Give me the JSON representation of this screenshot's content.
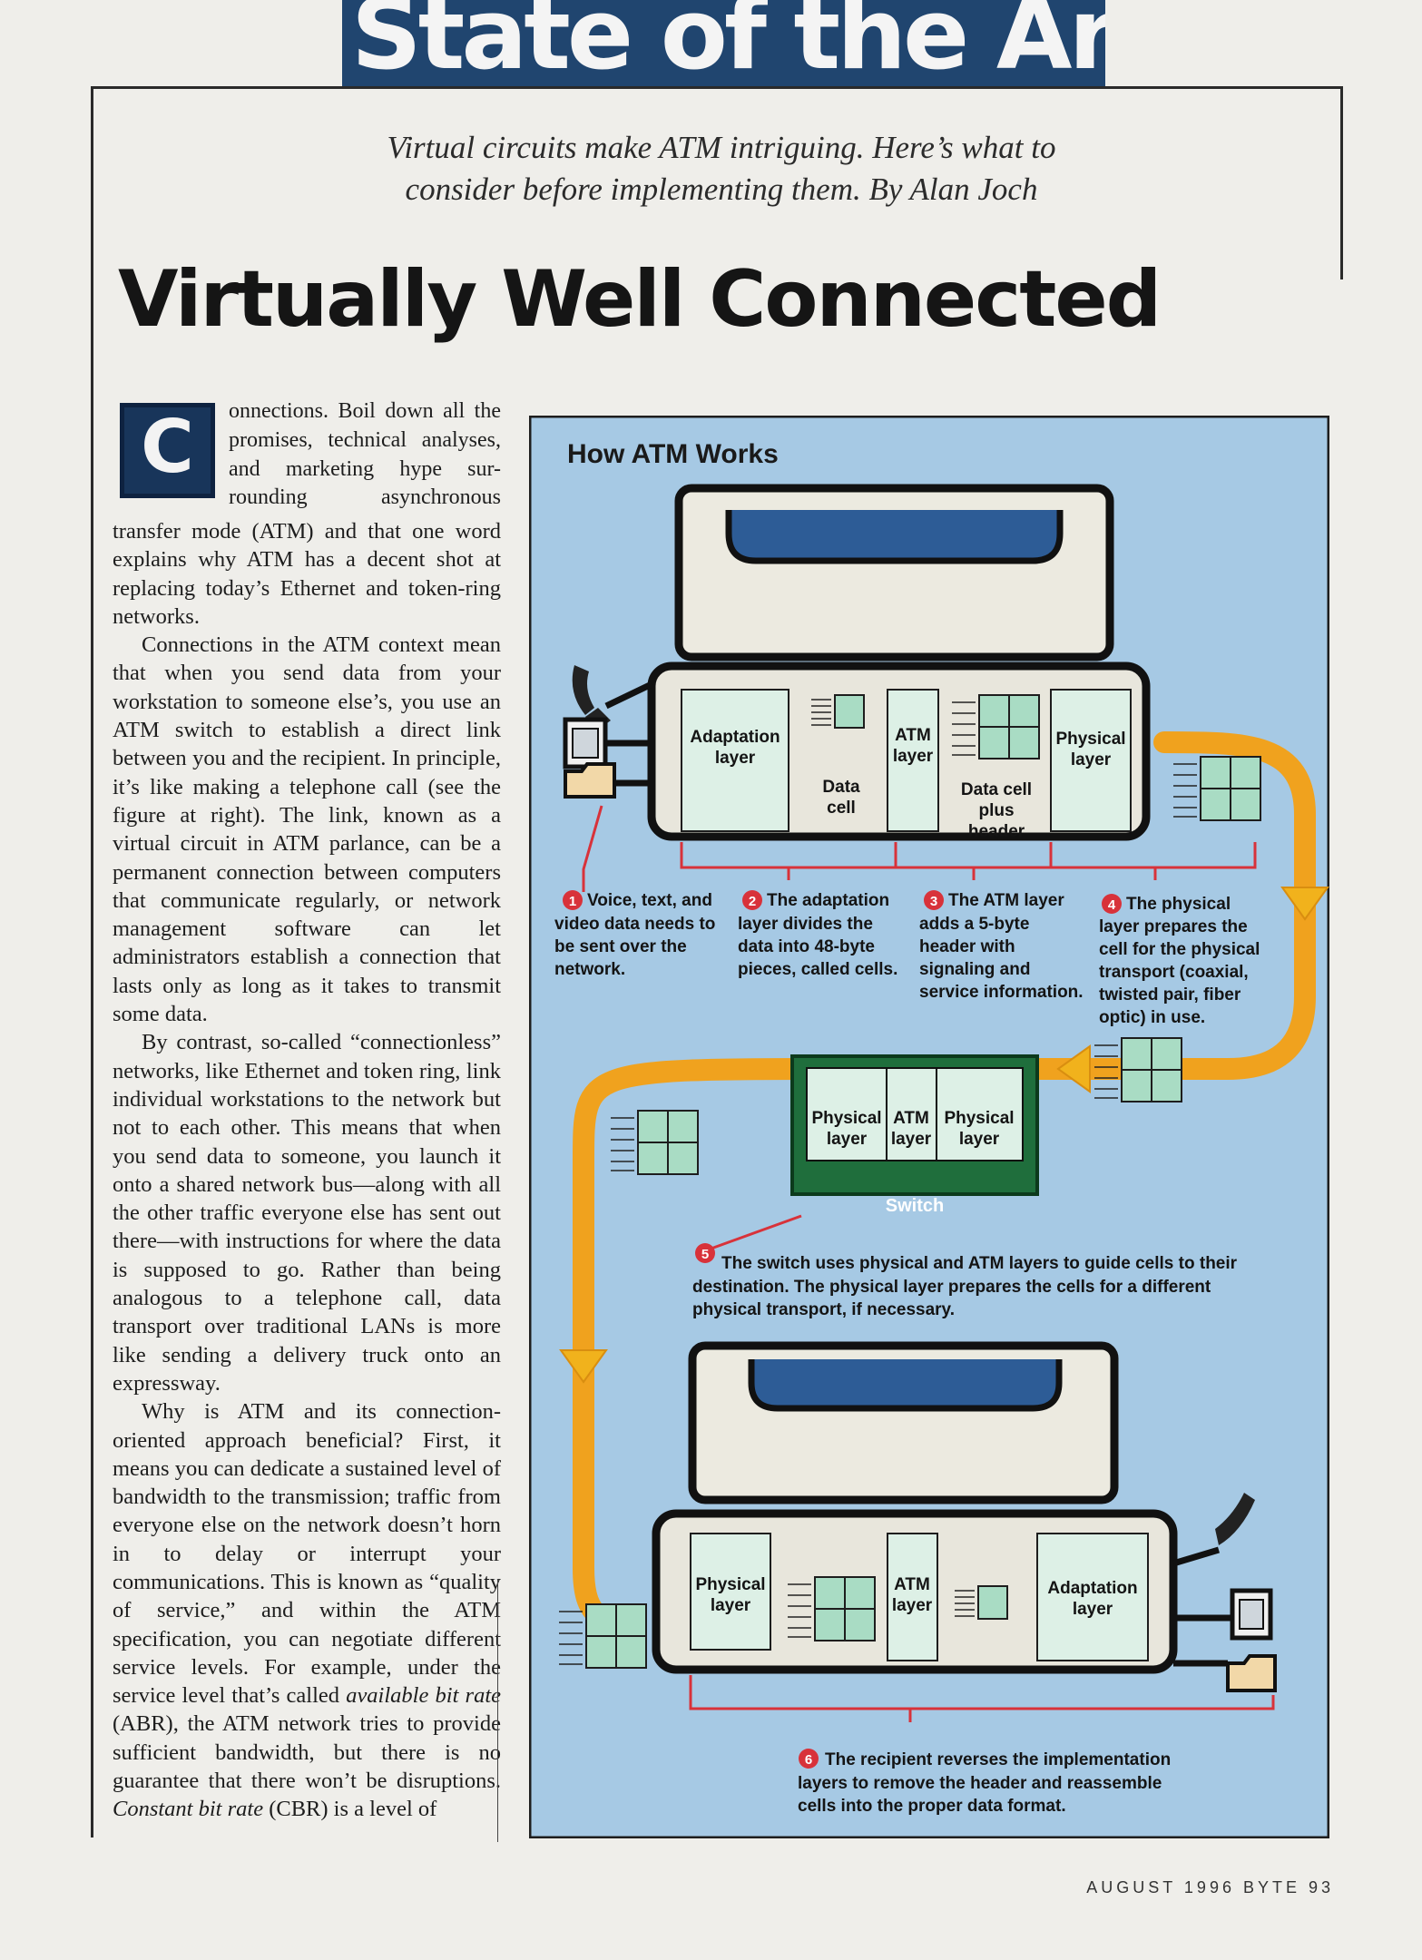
{
  "banner": {
    "section": "State of the Art"
  },
  "article": {
    "deck": "Virtual circuits make ATM intriguing. Here’s what to consider before implementing them.",
    "byline": "By Alan Joch",
    "title": "Virtually Well Connected",
    "dropcap": "C",
    "intro_lines": [
      "onnections. Boil down all the",
      "promises, technical analyses,",
      "and marketing hype sur-",
      "rounding asynchronous"
    ],
    "first_para_rest": "transfer mode (ATM) and that one word explains why ATM has a decent shot at replacing today’s Ethernet and token-ring networks.",
    "paragraphs": [
      "Connections in the ATM context mean that when you send data from your workstation to someone else’s, you use an ATM switch to establish a direct link between you and the recipient. In principle, it’s like making a telephone call (see the figure at right). The link, known as a virtual circuit in ATM parlance, can be a permanent connection between computers that communicate regularly, or network management software can let administrators establish a connection that lasts only as long as it takes to transmit some data.",
      "By contrast, so-called “connectionless” networks, like Ethernet and token ring, link individual workstations to the network but not to each other. This means that when you send data to someone, you launch it onto a shared network bus—along with all the other traffic everyone else has sent out there—with instructions for where the data is supposed to go. Rather than being analogous to a telephone call, data transport over traditional LANs is more like sending a delivery truck onto an expressway."
    ],
    "last_para": {
      "text_a": "Why is ATM and its connection-oriented approach beneficial? First, it means you can dedicate a sustained level of bandwidth to the transmission; traffic from everyone else on the network doesn’t horn in to delay or interrupt your communications. This is known as “quality of service,” and within the ATM specification, you can negotiate different service levels. For example, under the service level that’s called ",
      "term_a": "available bit rate",
      "text_b": " (ABR), the ATM network tries to provide sufficient bandwidth, but there is no guarantee that there won’t be disruptions. ",
      "term_b": "Constant bit rate",
      "text_c": " (CBR) is a level of"
    }
  },
  "figure": {
    "title": "How ATM Works",
    "top_station": {
      "layers": [
        "Adaptation",
        "layer",
        "ATM",
        "layer",
        "Physical",
        "layer"
      ],
      "cells": [
        "Data",
        "cell",
        "Data cell",
        "plus",
        "header"
      ]
    },
    "steps": [
      {
        "num": "1",
        "lines": [
          "Voice, text, and",
          "video data needs to",
          "be sent over the",
          "network."
        ]
      },
      {
        "num": "2",
        "lines": [
          "The adaptation",
          "layer divides the",
          "data into 48-byte",
          "pieces, called cells."
        ]
      },
      {
        "num": "3",
        "lines": [
          "The ATM layer",
          "adds a 5-byte",
          "header with",
          "signaling and",
          "service information."
        ]
      },
      {
        "num": "4",
        "lines": [
          "The physical",
          "layer prepares the",
          "cell for the physical",
          "transport (coaxial,",
          "twisted pair, fiber",
          "optic) in use."
        ]
      },
      {
        "num": "5",
        "lines": [
          "The switch uses physical and ATM layers to guide cells to their",
          "destination. The physical layer prepares the cells for a different",
          "physical transport, if necessary."
        ]
      },
      {
        "num": "6",
        "lines": [
          "The recipient reverses the implementation",
          "layers to remove the header and reassemble",
          "cells into the proper data format."
        ]
      }
    ],
    "switch": {
      "layers": [
        "Physical",
        "layer",
        "ATM",
        "layer",
        "Physical",
        "layer"
      ],
      "label": "Switch"
    },
    "bottom_station": {
      "layers": [
        "Physical",
        "layer",
        "ATM",
        "layer",
        "Adaptation",
        "layer"
      ]
    },
    "colors": {
      "background": "#a6c9e4",
      "path": "#f0a21e",
      "cell": "#a9dcc4",
      "switch": "#1f6e3c",
      "callout": "#d8323a",
      "screen": "#2d5c96"
    }
  },
  "footer": {
    "folio": "AUGUST 1996  BYTE  93"
  }
}
